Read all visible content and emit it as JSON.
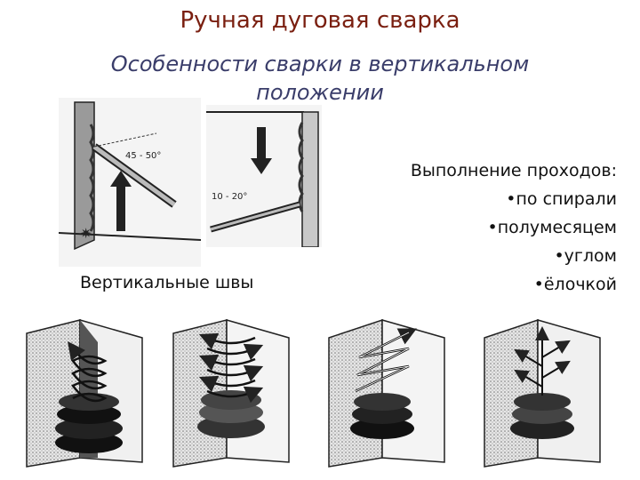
{
  "title": "Ручная дуговая сварка",
  "subtitle_line1": "Особенности сварки в вертикальном",
  "subtitle_line2": "положении",
  "methods": {
    "heading": "Выполнение проходов:",
    "items": [
      "•по спирали",
      "•полумесяцем",
      "•углом",
      "•ёлочкой"
    ]
  },
  "seams_label": "Вертикальные швы",
  "angle1": "45 - 50°",
  "angle2": "10 - 20°"
}
